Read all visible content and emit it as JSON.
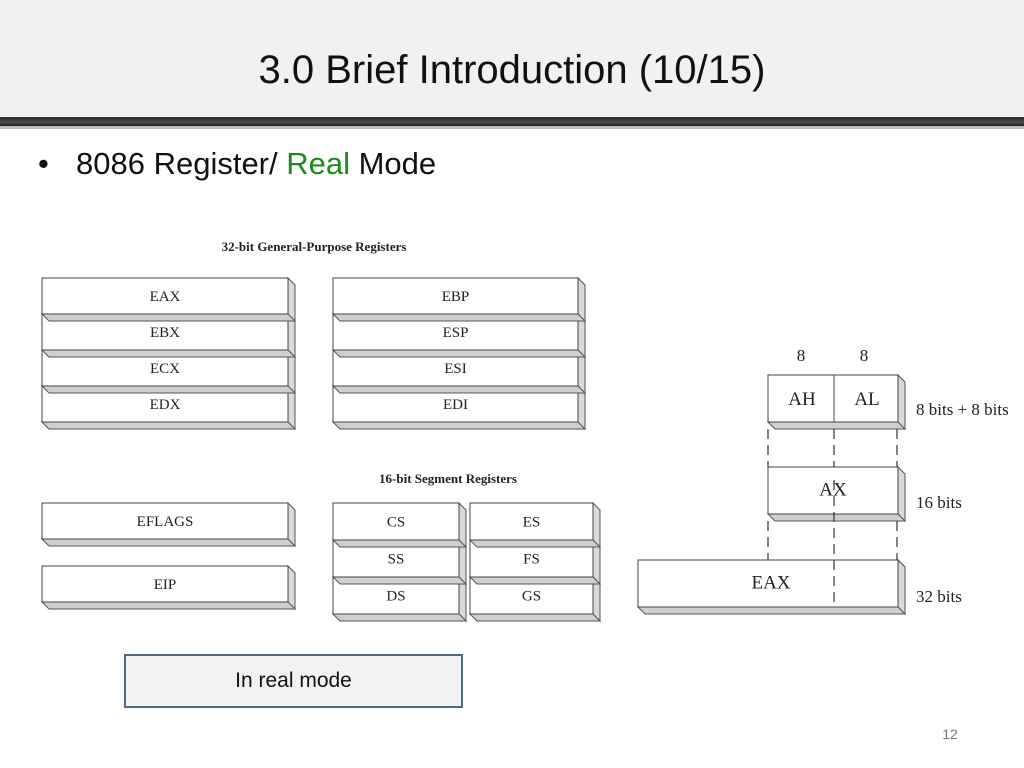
{
  "slide": {
    "title": "3.0 Brief Introduction (10/15)",
    "bullet": {
      "prefix": "8086  Register/ ",
      "highlight": "Real",
      "suffix": " Mode"
    },
    "caption": "In real mode",
    "page_number": "12",
    "accent_color": "#1e8a1e",
    "caption_border_color": "#4a6a8f"
  },
  "diagram": {
    "gp_heading": "32-bit General-Purpose Registers",
    "gp_left": [
      "EAX",
      "EBX",
      "ECX",
      "EDX"
    ],
    "gp_right": [
      "EBP",
      "ESP",
      "ESI",
      "EDI"
    ],
    "seg_heading": "16-bit Segment Registers",
    "flags": "EFLAGS",
    "ip": "EIP",
    "seg_col1": [
      "CS",
      "SS",
      "DS"
    ],
    "seg_col2": [
      "ES",
      "FS",
      "GS"
    ],
    "ax_detail": {
      "high_bits": "8",
      "low_bits": "8",
      "high": "AH",
      "low": "AL",
      "word": "AX",
      "dword": "EAX",
      "label_8": "8 bits + 8 bits",
      "label_16": "16 bits",
      "label_32": "32 bits"
    }
  }
}
